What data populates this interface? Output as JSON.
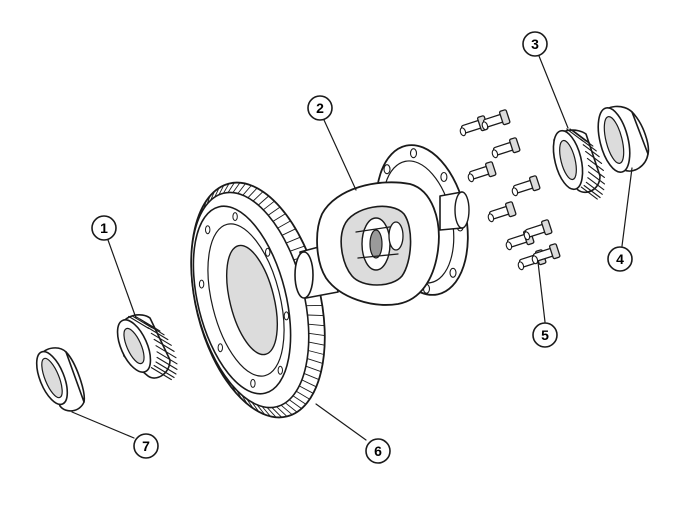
{
  "callouts": [
    {
      "id": "1",
      "label": "1"
    },
    {
      "id": "2",
      "label": "2"
    },
    {
      "id": "3",
      "label": "3"
    },
    {
      "id": "4",
      "label": "4"
    },
    {
      "id": "5",
      "label": "5"
    },
    {
      "id": "6",
      "label": "6"
    },
    {
      "id": "7",
      "label": "7"
    }
  ],
  "colors": {
    "line": "#1a1a1a",
    "background": "#ffffff",
    "shade": "#dcdcdc"
  }
}
